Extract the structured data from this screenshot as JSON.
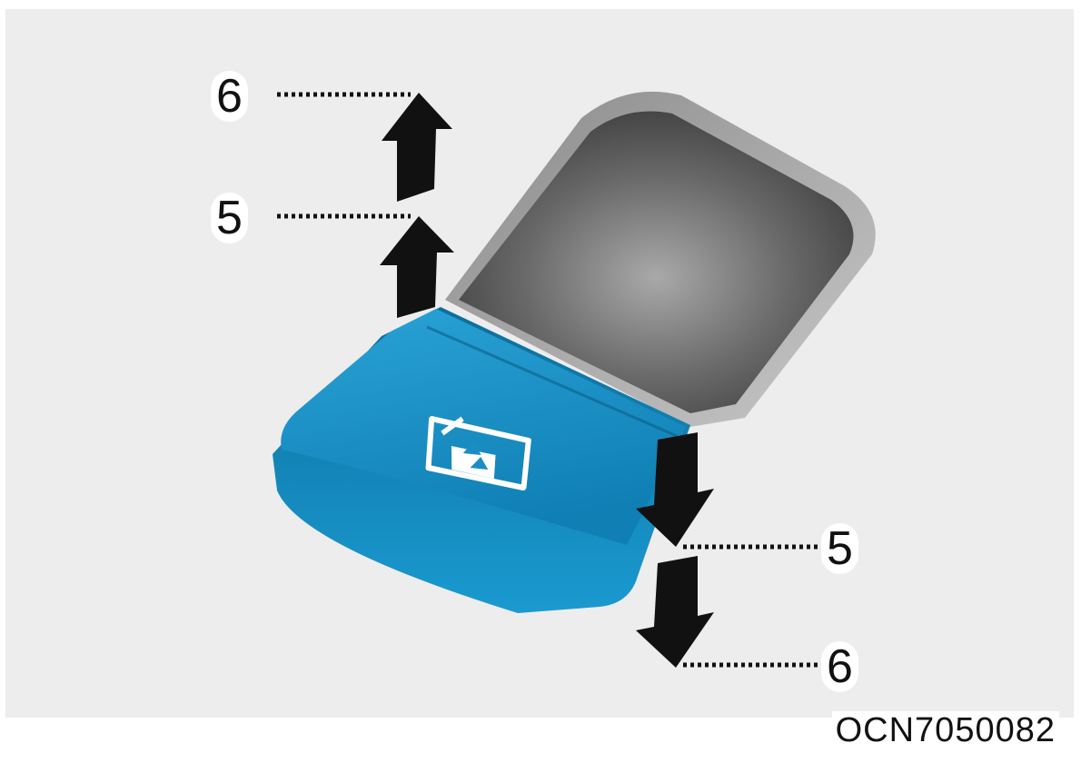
{
  "labels": {
    "up_far": "6",
    "up_near": "5",
    "down_near": "5",
    "down_far": "6"
  },
  "figure_code": "OCN7050082",
  "colors": {
    "background": "#ededed",
    "switch_blue": "#1a8ec4",
    "pocket_gray": "#5a5a5a",
    "arrow": "#111111"
  },
  "icons": {
    "switch_symbol": "window-glass-icon"
  }
}
